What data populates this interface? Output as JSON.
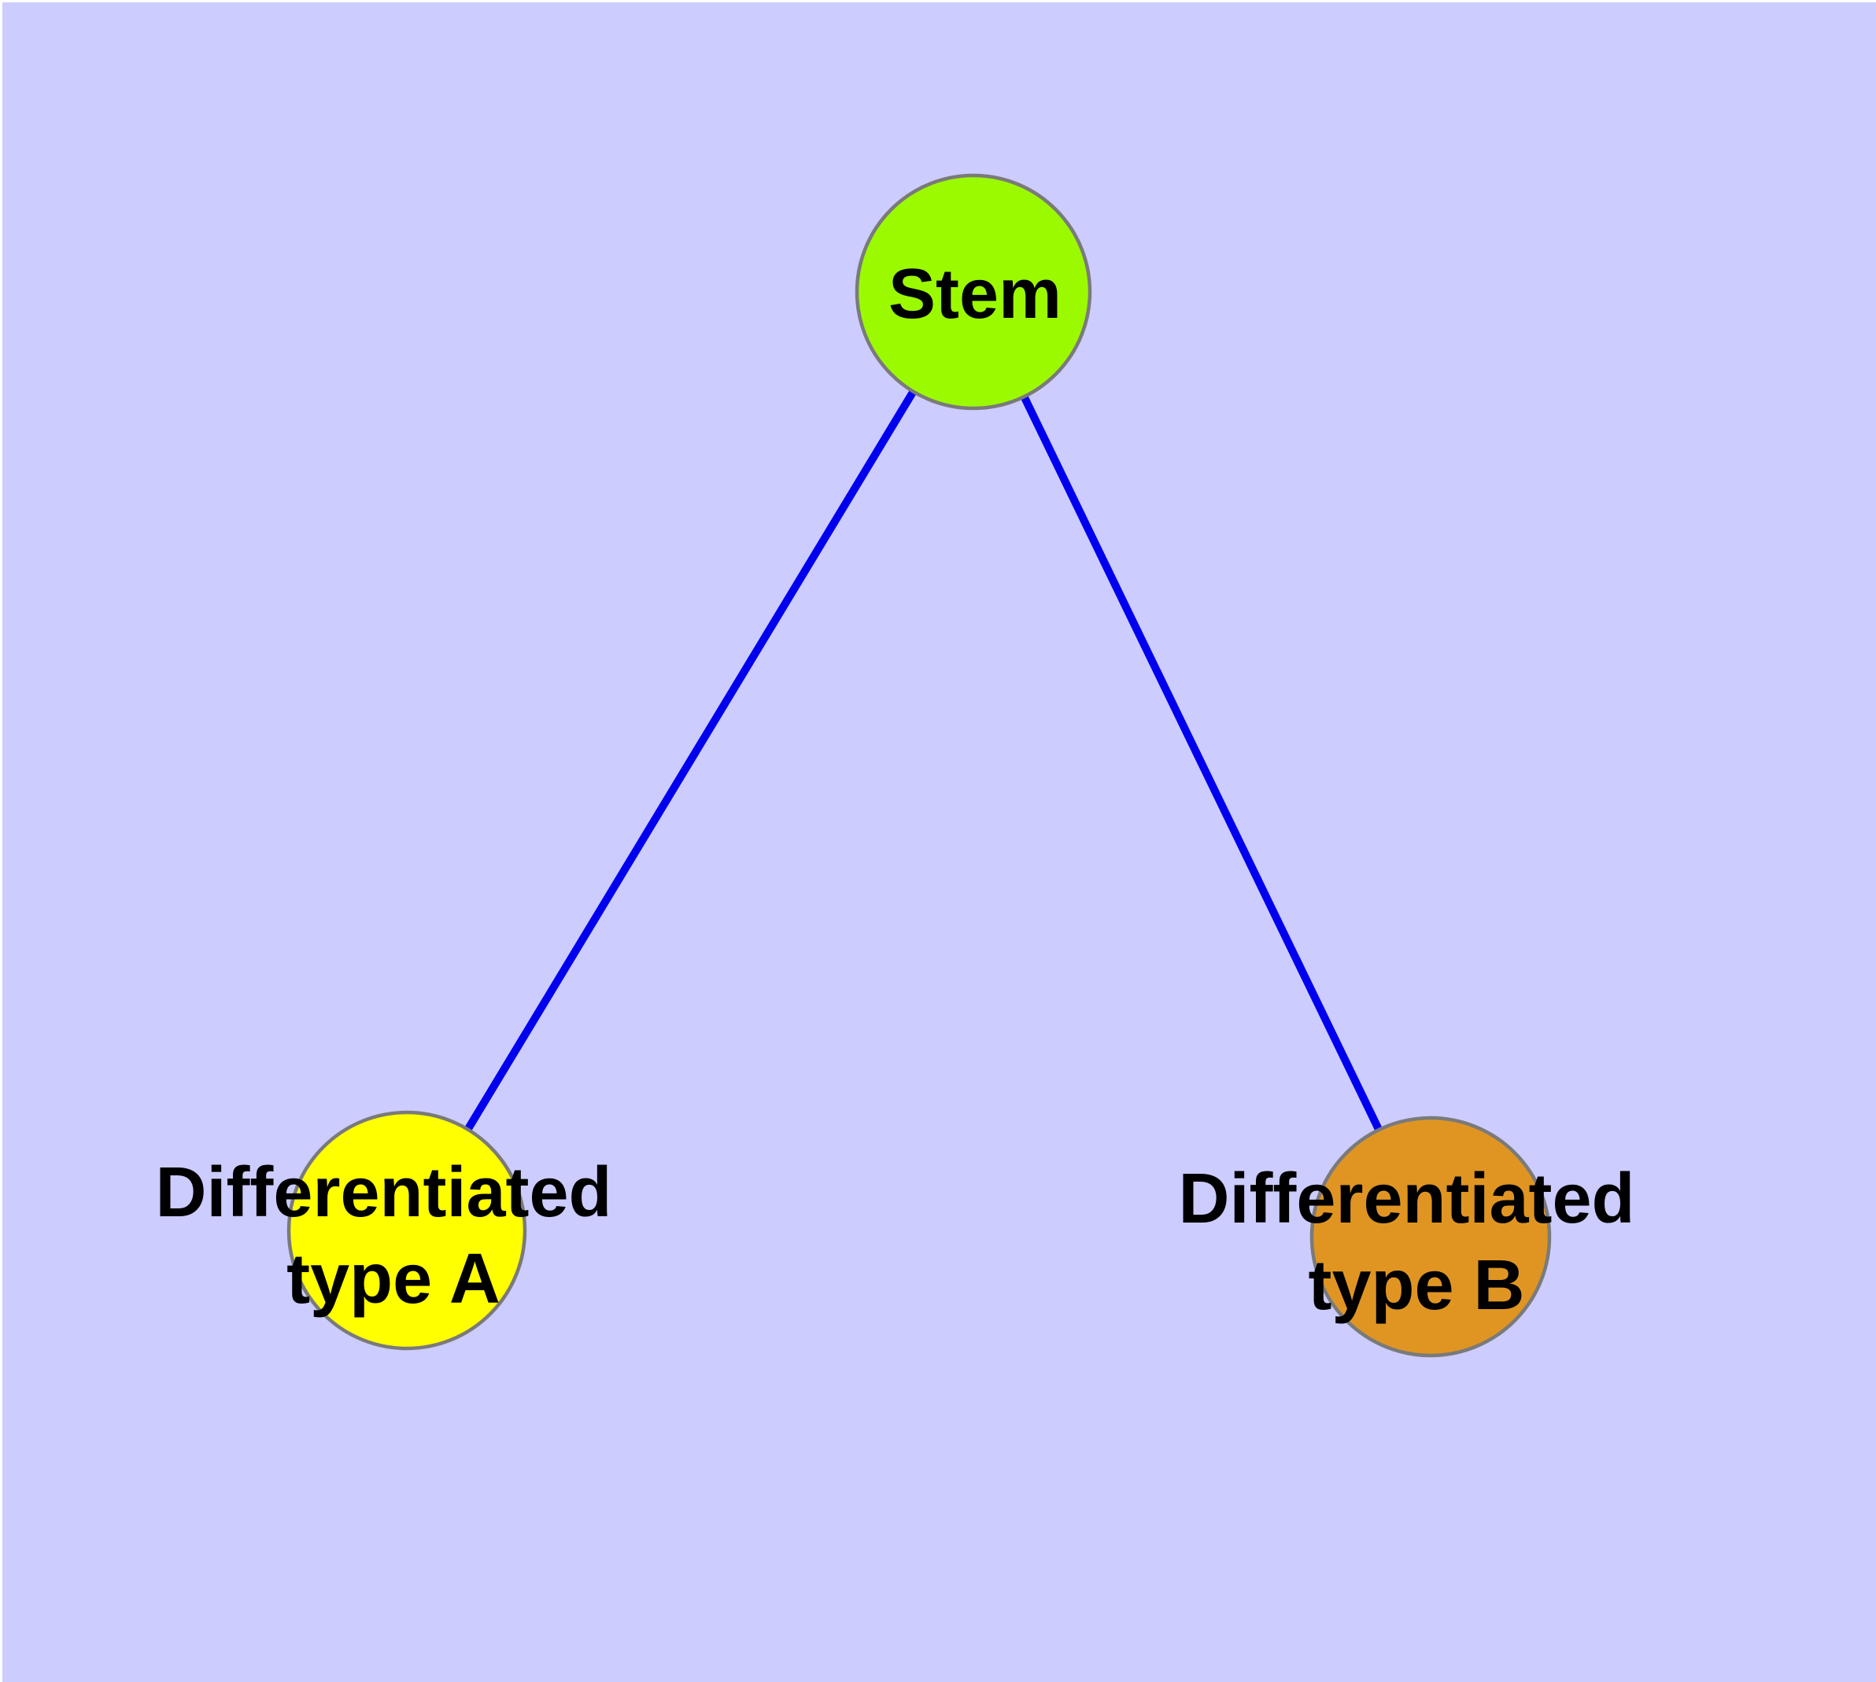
{
  "diagram": {
    "background_color": "#CCCCFF",
    "edge_color": "#0000EE",
    "nodes": {
      "stem": {
        "label": "Stem",
        "fill": "#9BFA00"
      },
      "type_a": {
        "label_line1": "Differentiated",
        "label_line2": "type A",
        "fill": "#FFFF00"
      },
      "type_b": {
        "label_line1": "Differentiated",
        "label_line2": "type B",
        "fill": "#E09523"
      }
    },
    "edges": [
      {
        "from": "Stem",
        "to": "Differentiated type A"
      },
      {
        "from": "Stem",
        "to": "Differentiated type B"
      }
    ]
  }
}
